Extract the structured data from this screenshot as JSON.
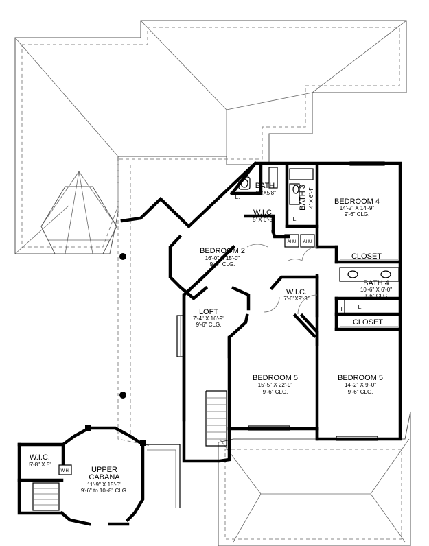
{
  "rooms": {
    "bath": {
      "name": "BATH",
      "dims": "7'9\"X5'8\""
    },
    "wic_top": {
      "name": "W.I.C.",
      "dims": "5' X 6'-5\""
    },
    "bath3": {
      "name": "BATH 3",
      "dims": "4' X 6'-4\""
    },
    "bedroom4": {
      "name": "BEDROOM 4",
      "dims": "14'-2\" X 14'-9\"",
      "ceiling": "9'-6\" CLG."
    },
    "bedroom2": {
      "name": "BEDROOM 2",
      "dims": "16'-0\" X 15'-0\"",
      "ceiling": "9'-6\" CLG."
    },
    "closet_upper": {
      "name": "CLOSET"
    },
    "bath4": {
      "name": "BATH 4",
      "dims": "10'-6\" X 6'-0\"",
      "ceiling": "9'-6\" CLG."
    },
    "closet_lower": {
      "name": "CLOSET"
    },
    "wic_mid": {
      "name": "W.I.C.",
      "dims": "7'-6\"X9'-3\""
    },
    "loft": {
      "name": "LOFT",
      "dims": "7'-4\" X 16'-9\"",
      "ceiling": "9'-6\" CLG."
    },
    "bedroom5_left": {
      "name": "BEDROOM 5",
      "dims": "15'-5\" X 22'-9\"",
      "ceiling": "9'-6\" CLG."
    },
    "bedroom5_right": {
      "name": "BEDROOM 5",
      "dims": "14'-2\" X 9'-0\"",
      "ceiling": "9'-6\" CLG."
    },
    "wic_cabana": {
      "name": "W.I.C.",
      "dims": "5'-8\" X 5'"
    },
    "upper_cabana": {
      "name_line1": "UPPER",
      "name_line2": "CABANA",
      "dims": "11'-9\" X 15'-6\"",
      "ceiling": "9'-6\" to 10'-8\" CLG."
    }
  },
  "fixtures": {
    "linen": "L.",
    "ahu": "AHU",
    "wh": "W.H."
  }
}
